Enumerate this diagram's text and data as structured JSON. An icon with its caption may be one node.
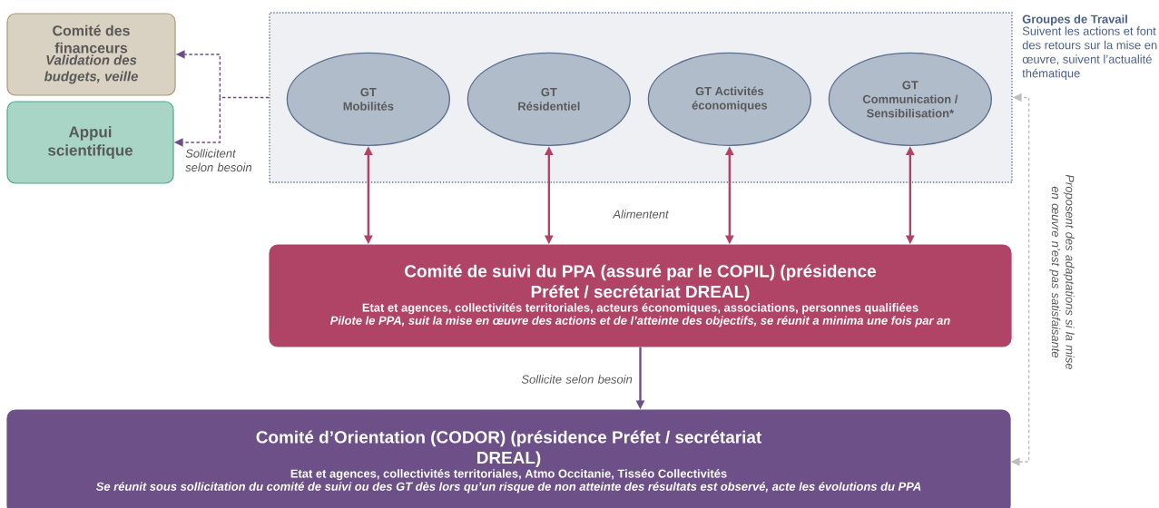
{
  "diagram": {
    "nodes": [
      {
        "text": [
          "Comité des financeurs",
          "Validation des budgets, veille"
        ]
      },
      {
        "text": [
          "Appui scientifique"
        ]
      },
      {
        "text": [
          "Groupes de Travail",
          "Suivent les actions et font des retours sur la mise en œuvre, suivent l’actualité thématique"
        ]
      },
      {
        "text": [
          "GT Mobilités"
        ],
        "in": 2
      },
      {
        "text": [
          "GT Résidentiel"
        ],
        "in": 2
      },
      {
        "text": [
          "GT Activités économiques"
        ],
        "in": 2
      },
      {
        "text": [
          "GT Communication / Sensibilisation*"
        ],
        "in": 2
      },
      {
        "text": [
          "Comité de suivi du PPA (assuré par le COPIL) (présidence Préfet / secrétariat DREAL)",
          "Etat et agences, collectivités territoriales, acteurs économiques, associations, personnes qualifiées",
          "Pilote le PPA, suit la mise en œuvre des actions et de l’atteinte des objectifs, se réunit a minima une fois par an"
        ]
      },
      {
        "text": [
          "Comité d’Orientation (CODOR) (présidence Préfet / secrétariat DREAL)",
          "Etat et agences, collectivités territoriales, Atmo Occitanie, Tisséo Collectivités",
          "Se réunit sous sollicitation du comité de suivi ou des GT dès lors qu’un risque de non atteinte des résultats est observé, acte les évolutions du PPA"
        ]
      }
    ],
    "edges": [
      {
        "from": 2,
        "to": 0,
        "arrow": "to",
        "style": "dashed",
        "color": "#6b4c8c"
      },
      {
        "from": 2,
        "to": 1,
        "arrow": "to",
        "style": "dashed",
        "color": "#6b4c8c",
        "label": "Sollicitent selon besoin"
      },
      {
        "from": 7,
        "to": 3,
        "arrow": "both"
      },
      {
        "from": 7,
        "to": 4,
        "arrow": "both"
      },
      {
        "from": 7,
        "to": 5,
        "arrow": "both"
      },
      {
        "from": 7,
        "to": 6,
        "arrow": "both"
      },
      {
        "from": 7,
        "to": 8,
        "arrow": "to",
        "color": "#6e5089",
        "label": "Sollicite selon besoin"
      },
      {
        "from": 8,
        "to": 2,
        "arrow": "both",
        "style": "dashed",
        "color": "#bdbdbd",
        "label": "Proposent des adaptations si la mise en œuvre n’est pas satisfaisante"
      }
    ],
    "labels": [
      "Alimentent"
    ]
  }
}
